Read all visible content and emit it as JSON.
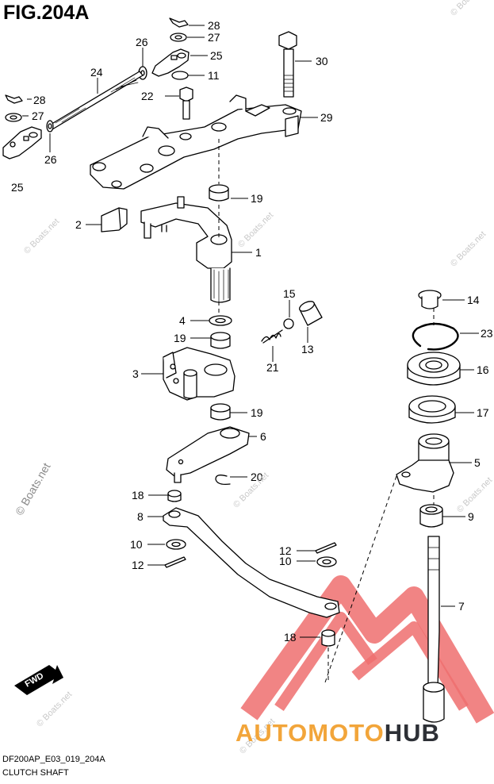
{
  "figure": {
    "title": "FIG.204A",
    "code": "DF200AP_E03_019_204A",
    "caption": "CLUTCH SHAFT"
  },
  "watermark": {
    "text": "© Boats.net"
  },
  "brand": {
    "part1": "AUTOMOTO",
    "part2": "HUB",
    "colors": {
      "accent": "#f2a53a",
      "dark": "#2d3036",
      "triangle": "#e84b4b"
    }
  },
  "fwd_label": "FWD",
  "callouts": [
    "28",
    "27",
    "26",
    "25",
    "11",
    "30",
    "24",
    "22",
    "29",
    "28",
    "27",
    "26",
    "25",
    "19",
    "2",
    "1",
    "15",
    "14",
    "4",
    "23",
    "19",
    "13",
    "21",
    "16",
    "3",
    "19",
    "17",
    "6",
    "5",
    "20",
    "18",
    "9",
    "8",
    "10",
    "12",
    "10",
    "12",
    "7",
    "18"
  ]
}
